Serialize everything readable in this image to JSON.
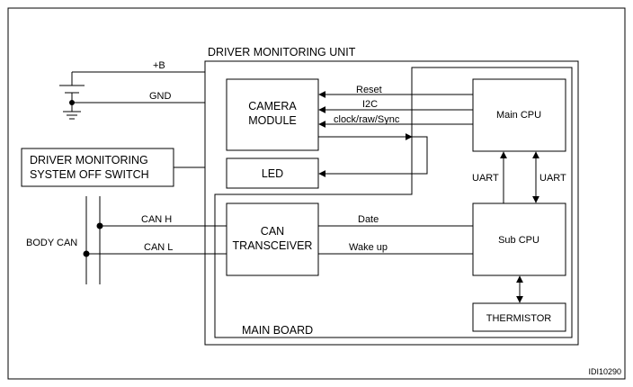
{
  "unit_title": "DRIVER MONITORING UNIT",
  "main_board_label": "MAIN BOARD",
  "blocks": {
    "camera_line1": "CAMERA",
    "camera_line2": "MODULE",
    "led": "LED",
    "main_cpu": "Main CPU",
    "can_line1": "CAN",
    "can_line2": "TRANSCEIVER",
    "sub_cpu": "Sub CPU",
    "thermistor": "THERMISTOR",
    "switch_line1": "DRIVER MONITORING",
    "switch_line2": "SYSTEM OFF SWITCH"
  },
  "signals": {
    "power": "+B",
    "ground": "GND",
    "reset": "Reset",
    "i2c": "I2C",
    "clock": "clock/raw/Sync",
    "uart_left": "UART",
    "uart_right": "UART",
    "date": "Date",
    "wake_up": "Wake up",
    "can_h": "CAN H",
    "can_l": "CAN L",
    "body_can": "BODY CAN"
  },
  "figure_id": "IDI10290"
}
